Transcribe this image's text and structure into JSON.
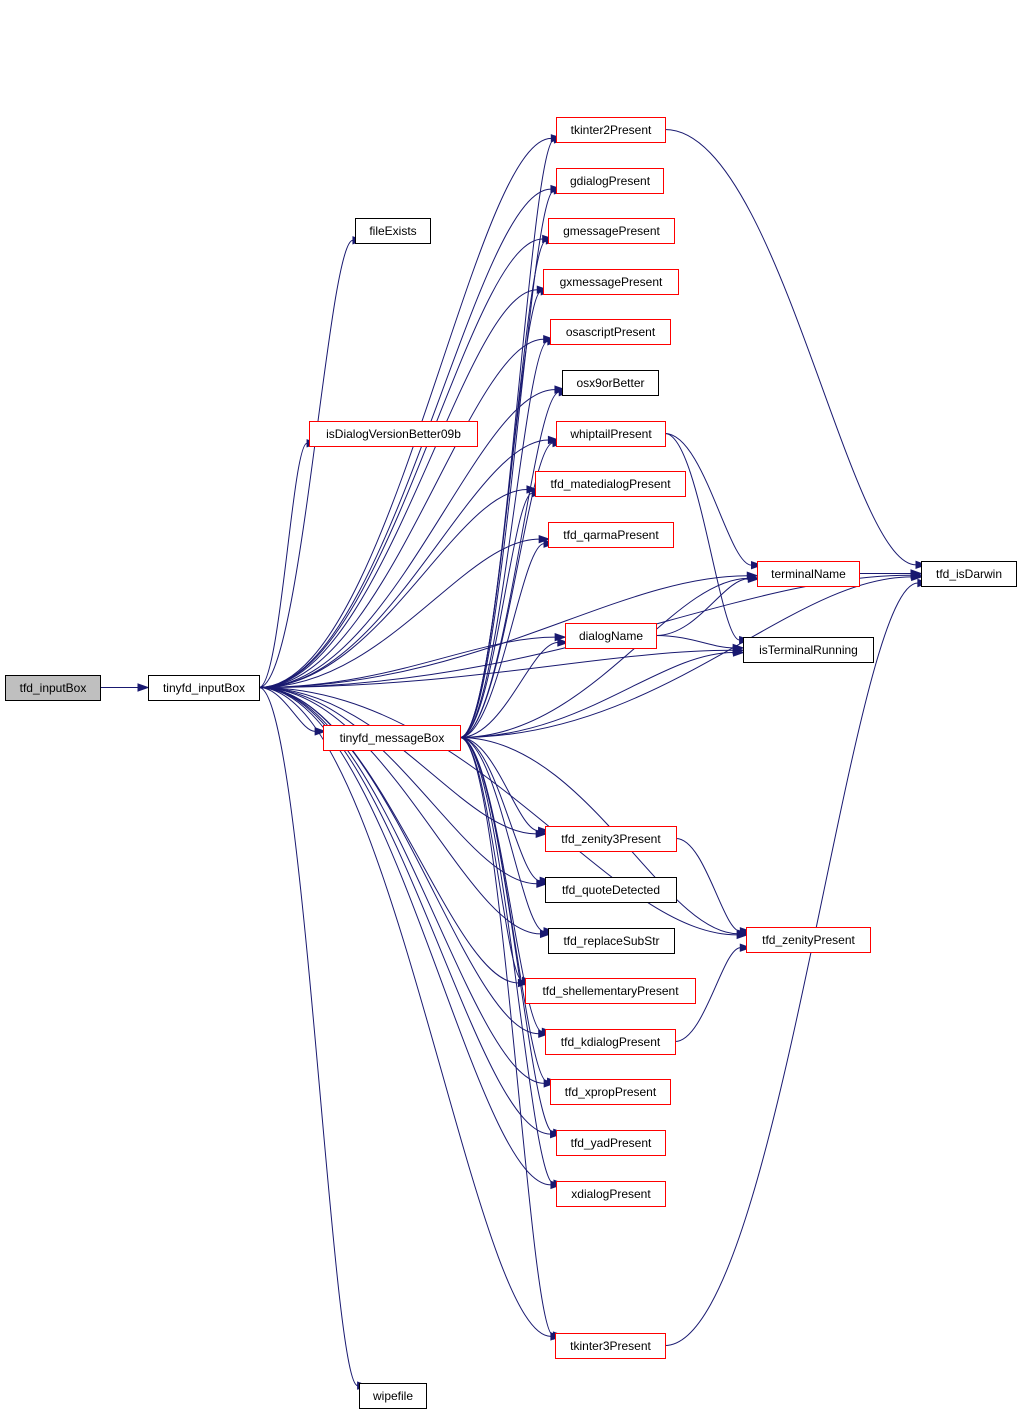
{
  "colors": {
    "edge": "#191970",
    "defined_border": "#000000",
    "undocumented_border": "#ff0000",
    "root_fill": "#bfbfbf",
    "node_fill": "#ffffff"
  },
  "nodes": [
    {
      "id": "tfd_inputBox",
      "label": "tfd_inputBox",
      "style": "root"
    },
    {
      "id": "tinyfd_inputBox",
      "label": "tinyfd_inputBox",
      "style": "black"
    },
    {
      "id": "tkinter2Present",
      "label": "tkinter2Present",
      "style": "red"
    },
    {
      "id": "gdialogPresent",
      "label": "gdialogPresent",
      "style": "red"
    },
    {
      "id": "fileExists",
      "label": "fileExists",
      "style": "black"
    },
    {
      "id": "gmessagePresent",
      "label": "gmessagePresent",
      "style": "red"
    },
    {
      "id": "gxmessagePresent",
      "label": "gxmessagePresent",
      "style": "red"
    },
    {
      "id": "osascriptPresent",
      "label": "osascriptPresent",
      "style": "red"
    },
    {
      "id": "osx9orBetter",
      "label": "osx9orBetter",
      "style": "black"
    },
    {
      "id": "isDialogVersionBetter09b",
      "label": "isDialogVersionBetter09b",
      "style": "red"
    },
    {
      "id": "whiptailPresent",
      "label": "whiptailPresent",
      "style": "red"
    },
    {
      "id": "tfd_matedialogPresent",
      "label": "tfd_matedialogPresent",
      "style": "red"
    },
    {
      "id": "tfd_qarmaPresent",
      "label": "tfd_qarmaPresent",
      "style": "red"
    },
    {
      "id": "terminalName",
      "label": "terminalName",
      "style": "red"
    },
    {
      "id": "tfd_isDarwin",
      "label": "tfd_isDarwin",
      "style": "black"
    },
    {
      "id": "dialogName",
      "label": "dialogName",
      "style": "red"
    },
    {
      "id": "isTerminalRunning",
      "label": "isTerminalRunning",
      "style": "black"
    },
    {
      "id": "tinyfd_messageBox",
      "label": "tinyfd_messageBox",
      "style": "red"
    },
    {
      "id": "tfd_zenity3Present",
      "label": "tfd_zenity3Present",
      "style": "red"
    },
    {
      "id": "tfd_quoteDetected",
      "label": "tfd_quoteDetected",
      "style": "black"
    },
    {
      "id": "tfd_replaceSubStr",
      "label": "tfd_replaceSubStr",
      "style": "black"
    },
    {
      "id": "tfd_zenityPresent",
      "label": "tfd_zenityPresent",
      "style": "red"
    },
    {
      "id": "tfd_shellementaryPresent",
      "label": "tfd_shellementaryPresent",
      "style": "red"
    },
    {
      "id": "tfd_kdialogPresent",
      "label": "tfd_kdialogPresent",
      "style": "red"
    },
    {
      "id": "tfd_xpropPresent",
      "label": "tfd_xpropPresent",
      "style": "red"
    },
    {
      "id": "tfd_yadPresent",
      "label": "tfd_yadPresent",
      "style": "red"
    },
    {
      "id": "xdialogPresent",
      "label": "xdialogPresent",
      "style": "red"
    },
    {
      "id": "tkinter3Present",
      "label": "tkinter3Present",
      "style": "red"
    },
    {
      "id": "wipefile",
      "label": "wipefile",
      "style": "black"
    }
  ],
  "edges": [
    [
      "tfd_inputBox",
      "tinyfd_inputBox"
    ],
    [
      "tinyfd_inputBox",
      "tkinter2Present"
    ],
    [
      "tinyfd_inputBox",
      "gdialogPresent"
    ],
    [
      "tinyfd_inputBox",
      "fileExists"
    ],
    [
      "tinyfd_inputBox",
      "gmessagePresent"
    ],
    [
      "tinyfd_inputBox",
      "gxmessagePresent"
    ],
    [
      "tinyfd_inputBox",
      "osascriptPresent"
    ],
    [
      "tinyfd_inputBox",
      "osx9orBetter"
    ],
    [
      "tinyfd_inputBox",
      "isDialogVersionBetter09b"
    ],
    [
      "tinyfd_inputBox",
      "whiptailPresent"
    ],
    [
      "tinyfd_inputBox",
      "tfd_matedialogPresent"
    ],
    [
      "tinyfd_inputBox",
      "tfd_qarmaPresent"
    ],
    [
      "tinyfd_inputBox",
      "terminalName"
    ],
    [
      "tinyfd_inputBox",
      "tfd_isDarwin"
    ],
    [
      "tinyfd_inputBox",
      "dialogName"
    ],
    [
      "tinyfd_inputBox",
      "isTerminalRunning"
    ],
    [
      "tinyfd_inputBox",
      "tinyfd_messageBox"
    ],
    [
      "tinyfd_inputBox",
      "tfd_zenity3Present"
    ],
    [
      "tinyfd_inputBox",
      "tfd_quoteDetected"
    ],
    [
      "tinyfd_inputBox",
      "tfd_replaceSubStr"
    ],
    [
      "tinyfd_inputBox",
      "tfd_shellementaryPresent"
    ],
    [
      "tinyfd_inputBox",
      "tfd_kdialogPresent"
    ],
    [
      "tinyfd_inputBox",
      "tfd_xpropPresent"
    ],
    [
      "tinyfd_inputBox",
      "tfd_yadPresent"
    ],
    [
      "tinyfd_inputBox",
      "xdialogPresent"
    ],
    [
      "tinyfd_inputBox",
      "tfd_zenityPresent"
    ],
    [
      "tinyfd_inputBox",
      "tkinter3Present"
    ],
    [
      "tinyfd_inputBox",
      "wipefile"
    ],
    [
      "tinyfd_messageBox",
      "tkinter2Present"
    ],
    [
      "tinyfd_messageBox",
      "gdialogPresent"
    ],
    [
      "tinyfd_messageBox",
      "gmessagePresent"
    ],
    [
      "tinyfd_messageBox",
      "gxmessagePresent"
    ],
    [
      "tinyfd_messageBox",
      "osascriptPresent"
    ],
    [
      "tinyfd_messageBox",
      "osx9orBetter"
    ],
    [
      "tinyfd_messageBox",
      "whiptailPresent"
    ],
    [
      "tinyfd_messageBox",
      "tfd_matedialogPresent"
    ],
    [
      "tinyfd_messageBox",
      "tfd_qarmaPresent"
    ],
    [
      "tinyfd_messageBox",
      "terminalName"
    ],
    [
      "tinyfd_messageBox",
      "dialogName"
    ],
    [
      "tinyfd_messageBox",
      "isTerminalRunning"
    ],
    [
      "tinyfd_messageBox",
      "tfd_isDarwin"
    ],
    [
      "tinyfd_messageBox",
      "tfd_zenity3Present"
    ],
    [
      "tinyfd_messageBox",
      "tfd_quoteDetected"
    ],
    [
      "tinyfd_messageBox",
      "tfd_replaceSubStr"
    ],
    [
      "tinyfd_messageBox",
      "tfd_zenityPresent"
    ],
    [
      "tinyfd_messageBox",
      "tfd_shellementaryPresent"
    ],
    [
      "tinyfd_messageBox",
      "tfd_kdialogPresent"
    ],
    [
      "tinyfd_messageBox",
      "tfd_xpropPresent"
    ],
    [
      "tinyfd_messageBox",
      "tfd_yadPresent"
    ],
    [
      "tinyfd_messageBox",
      "xdialogPresent"
    ],
    [
      "tinyfd_messageBox",
      "tkinter3Present"
    ],
    [
      "tkinter2Present",
      "tfd_isDarwin"
    ],
    [
      "whiptailPresent",
      "terminalName"
    ],
    [
      "whiptailPresent",
      "isTerminalRunning"
    ],
    [
      "terminalName",
      "tfd_isDarwin"
    ],
    [
      "dialogName",
      "terminalName"
    ],
    [
      "dialogName",
      "isTerminalRunning"
    ],
    [
      "tfd_zenity3Present",
      "tfd_zenityPresent"
    ],
    [
      "tfd_kdialogPresent",
      "tfd_zenityPresent"
    ],
    [
      "tkinter3Present",
      "tfd_isDarwin"
    ]
  ]
}
